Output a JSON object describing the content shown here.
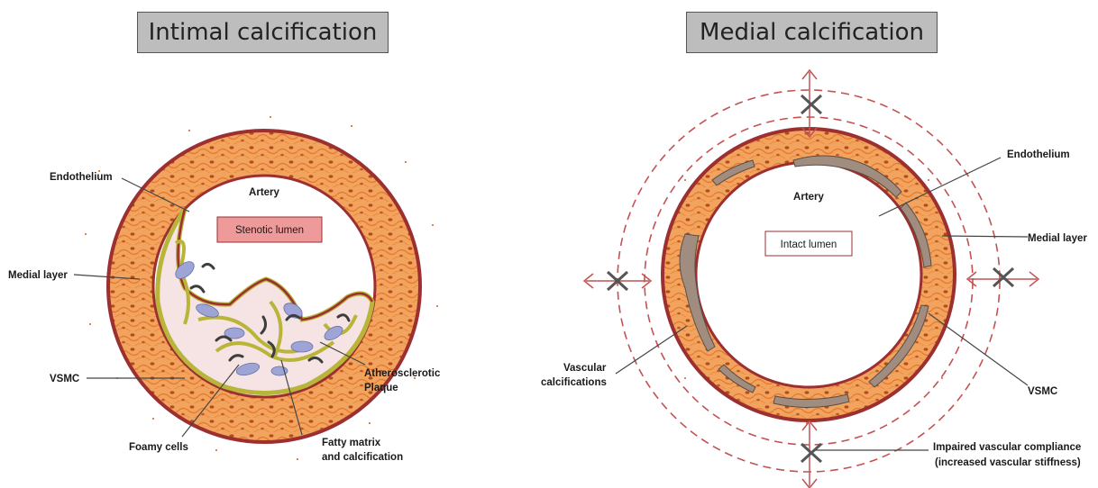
{
  "titles": {
    "left": "Intimal calcification",
    "right": "Medial calcification"
  },
  "left_diagram": {
    "endothelium": "Endothelium",
    "artery": "Artery",
    "stenotic_lumen": "Stenotic lumen",
    "medial_layer": "Medial layer",
    "vsmc": "VSMC",
    "atherosclerotic": "Atherosclerotic",
    "plaque": "Plaque",
    "foamy_cells": "Foamy cells",
    "fatty_matrix_1": "Fatty matrix",
    "fatty_matrix_2": "and calcification"
  },
  "right_diagram": {
    "endothelium": "Endothelium",
    "artery": "Artery",
    "intact_lumen": "Intact lumen",
    "medial_layer": "Medial layer",
    "vascular_1": "Vascular",
    "vascular_2": "calcifications",
    "vsmc": "VSMC",
    "impaired_1": "Impaired vascular compliance",
    "impaired_2": "(increased vascular stiffness)"
  },
  "colors": {
    "wall_fill": "#f2a35e",
    "wall_border": "#9c2f2f",
    "lumen_fill": "#ffffff",
    "plaque_matrix": "#b9b53a",
    "plaque_fill": "#f6e3e3",
    "foamy_cell": "#9fa4d6",
    "calcification": "#a08d80",
    "stenotic_box": "#ee9a9a",
    "dashed_ring": "#c35252"
  }
}
